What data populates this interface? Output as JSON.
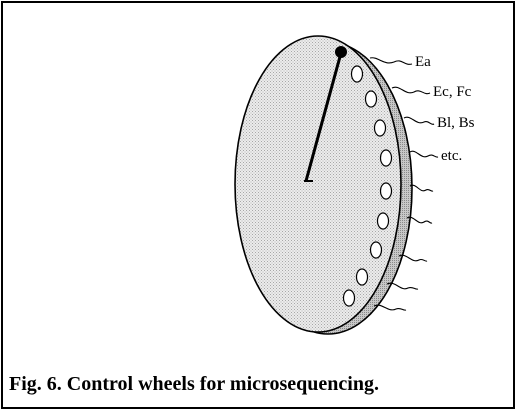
{
  "figure": {
    "caption": "Fig. 6. Control wheels for microsequencing.",
    "labels": [
      "Ea",
      "Ec, Fc",
      "Bl, Bs",
      "etc."
    ]
  },
  "colors": {
    "ink": "#000000",
    "wheel_face": "#e4e4e4",
    "wheel_rim": "#bdbdbd",
    "background": "#ffffff"
  }
}
